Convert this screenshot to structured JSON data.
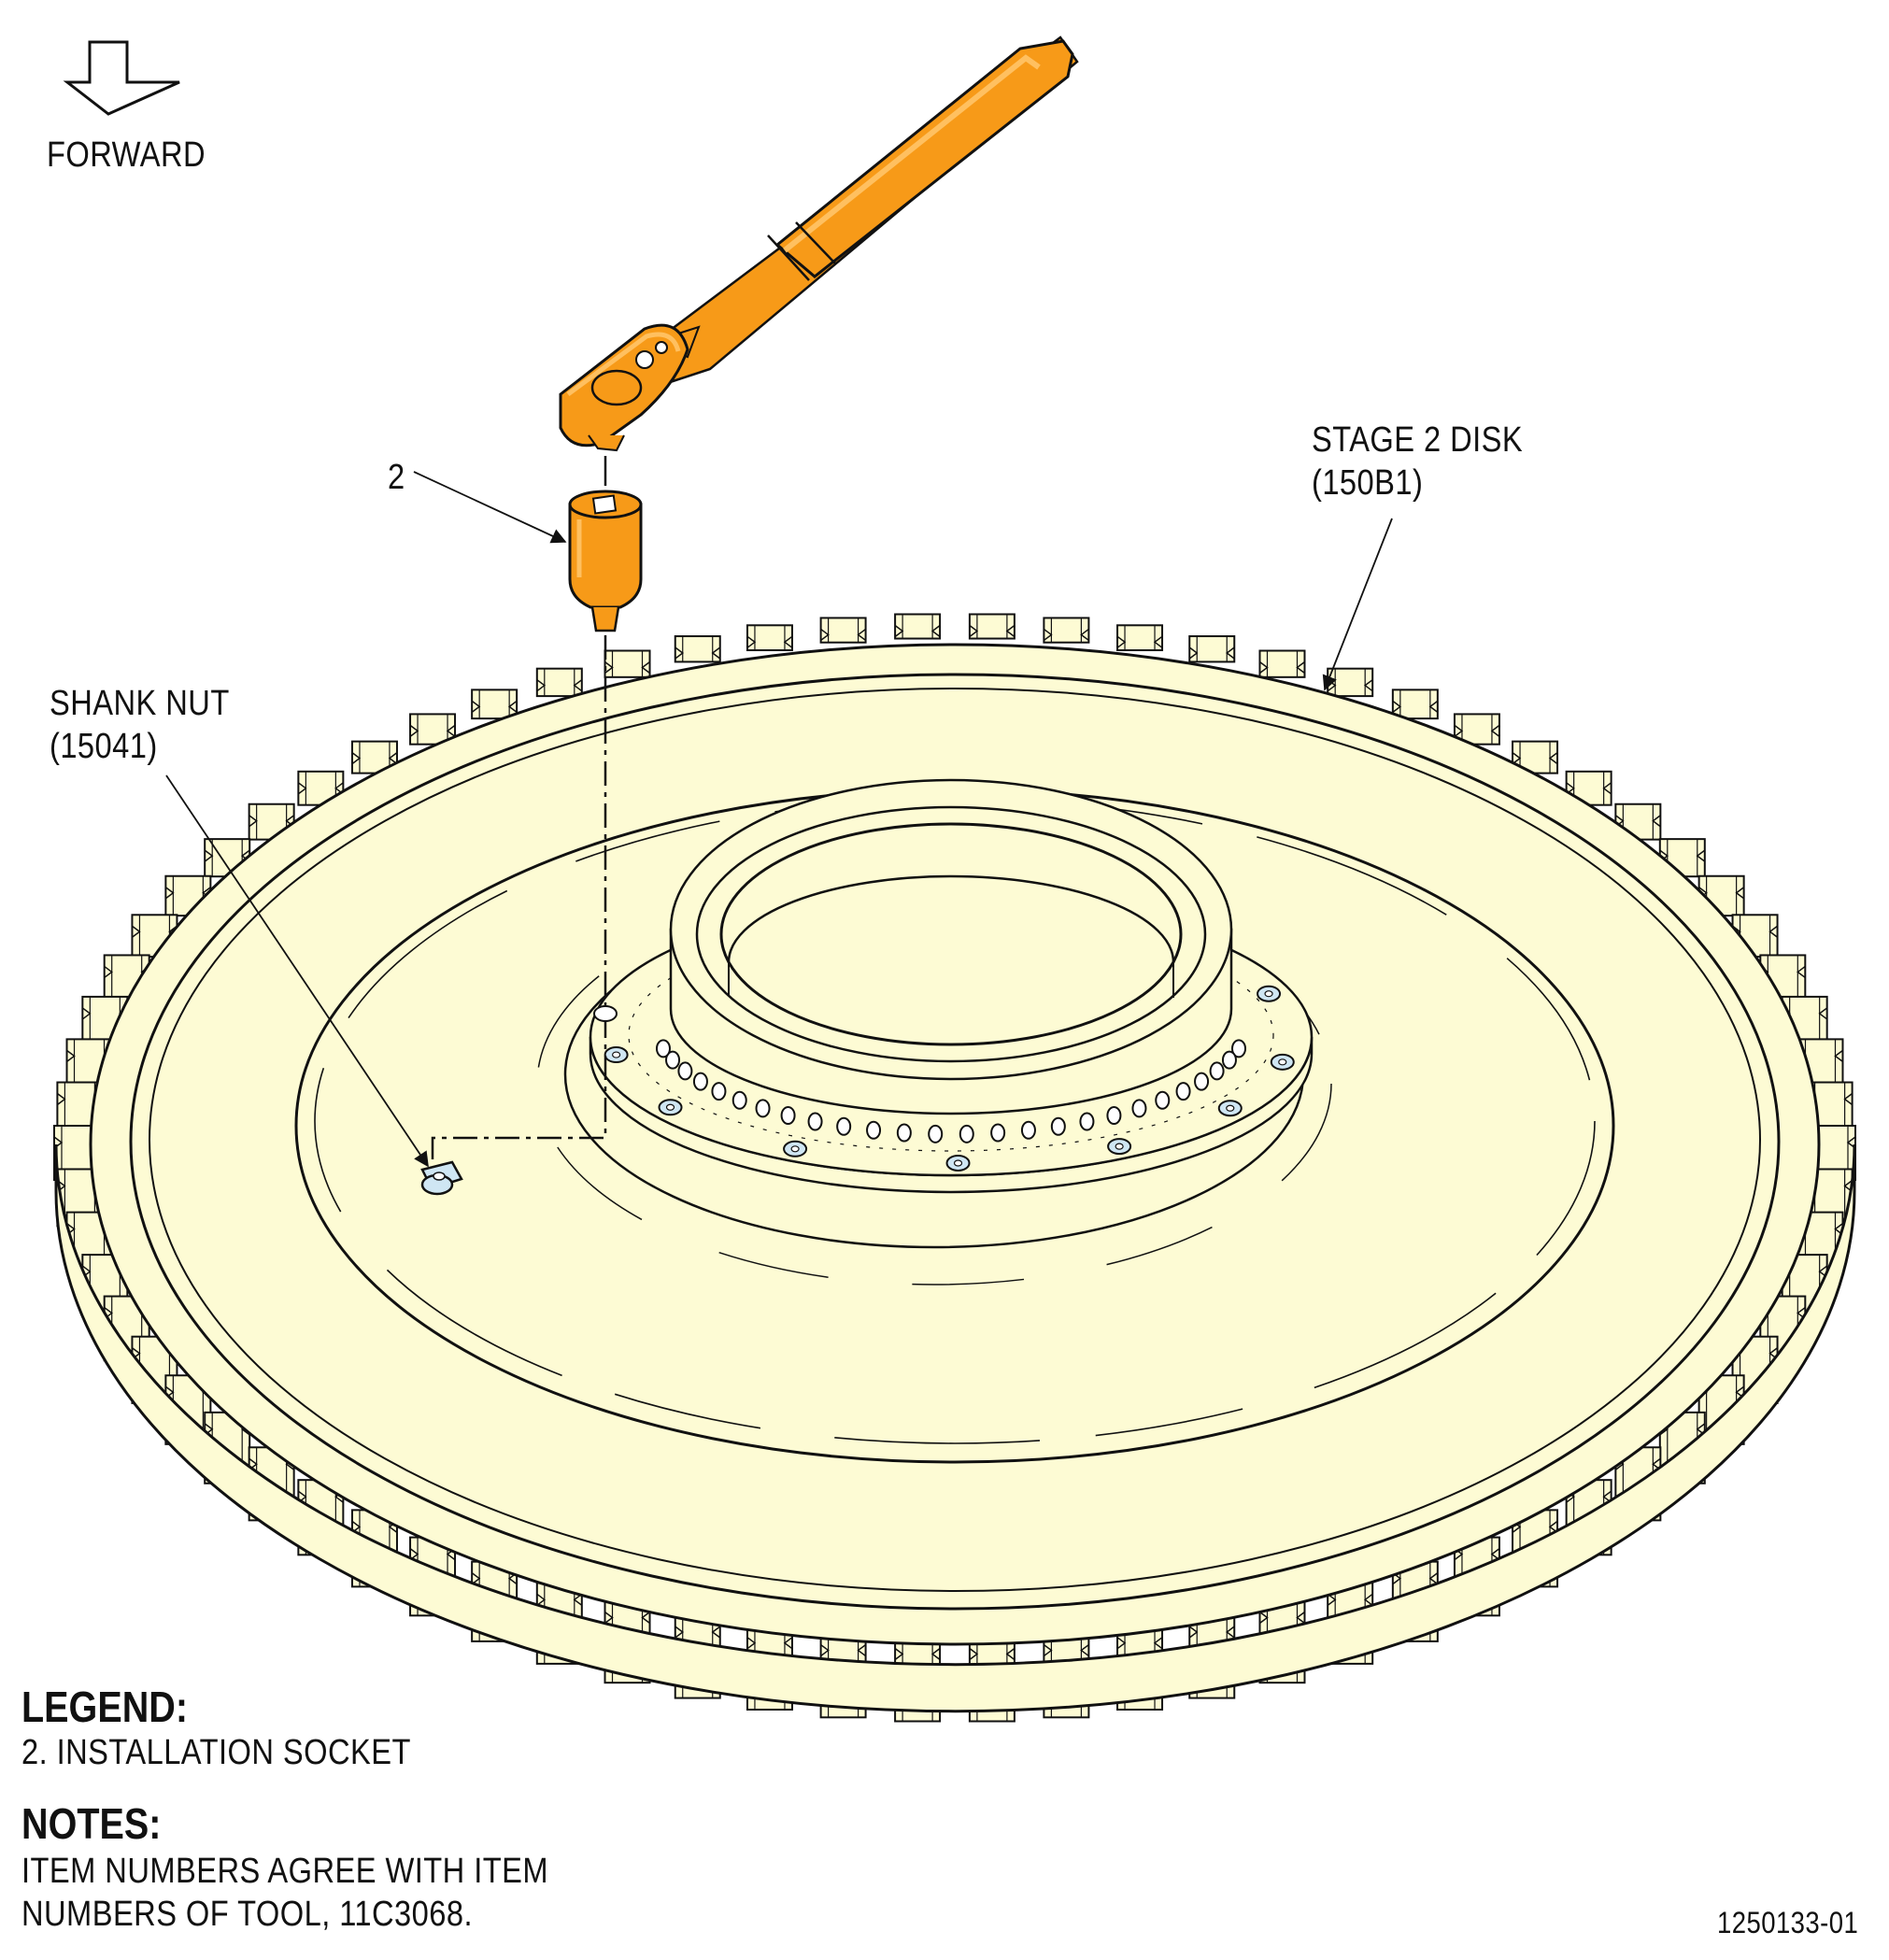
{
  "direction": {
    "label": "FORWARD",
    "icon": "down-arrow-icon"
  },
  "callouts": {
    "item_2": "2",
    "stage2_disk": {
      "line1": "STAGE 2 DISK",
      "line2": "(150B1)"
    },
    "shank_nut": {
      "line1": "SHANK NUT",
      "line2": "(15041)"
    }
  },
  "legend": {
    "title": "LEGEND:",
    "items": [
      "2. INSTALLATION SOCKET"
    ]
  },
  "notes": {
    "title": "NOTES:",
    "lines": [
      "ITEM NUMBERS AGREE WITH ITEM",
      "NUMBERS OF TOOL, 11C3068."
    ]
  },
  "figure_id": "1250133-01",
  "colors": {
    "disk_fill": "#fdfbd4",
    "tool_fill": "#f79a18",
    "tool_highlight": "#ffc060",
    "nut_fill": "#cfe6f3",
    "line": "#111111"
  }
}
